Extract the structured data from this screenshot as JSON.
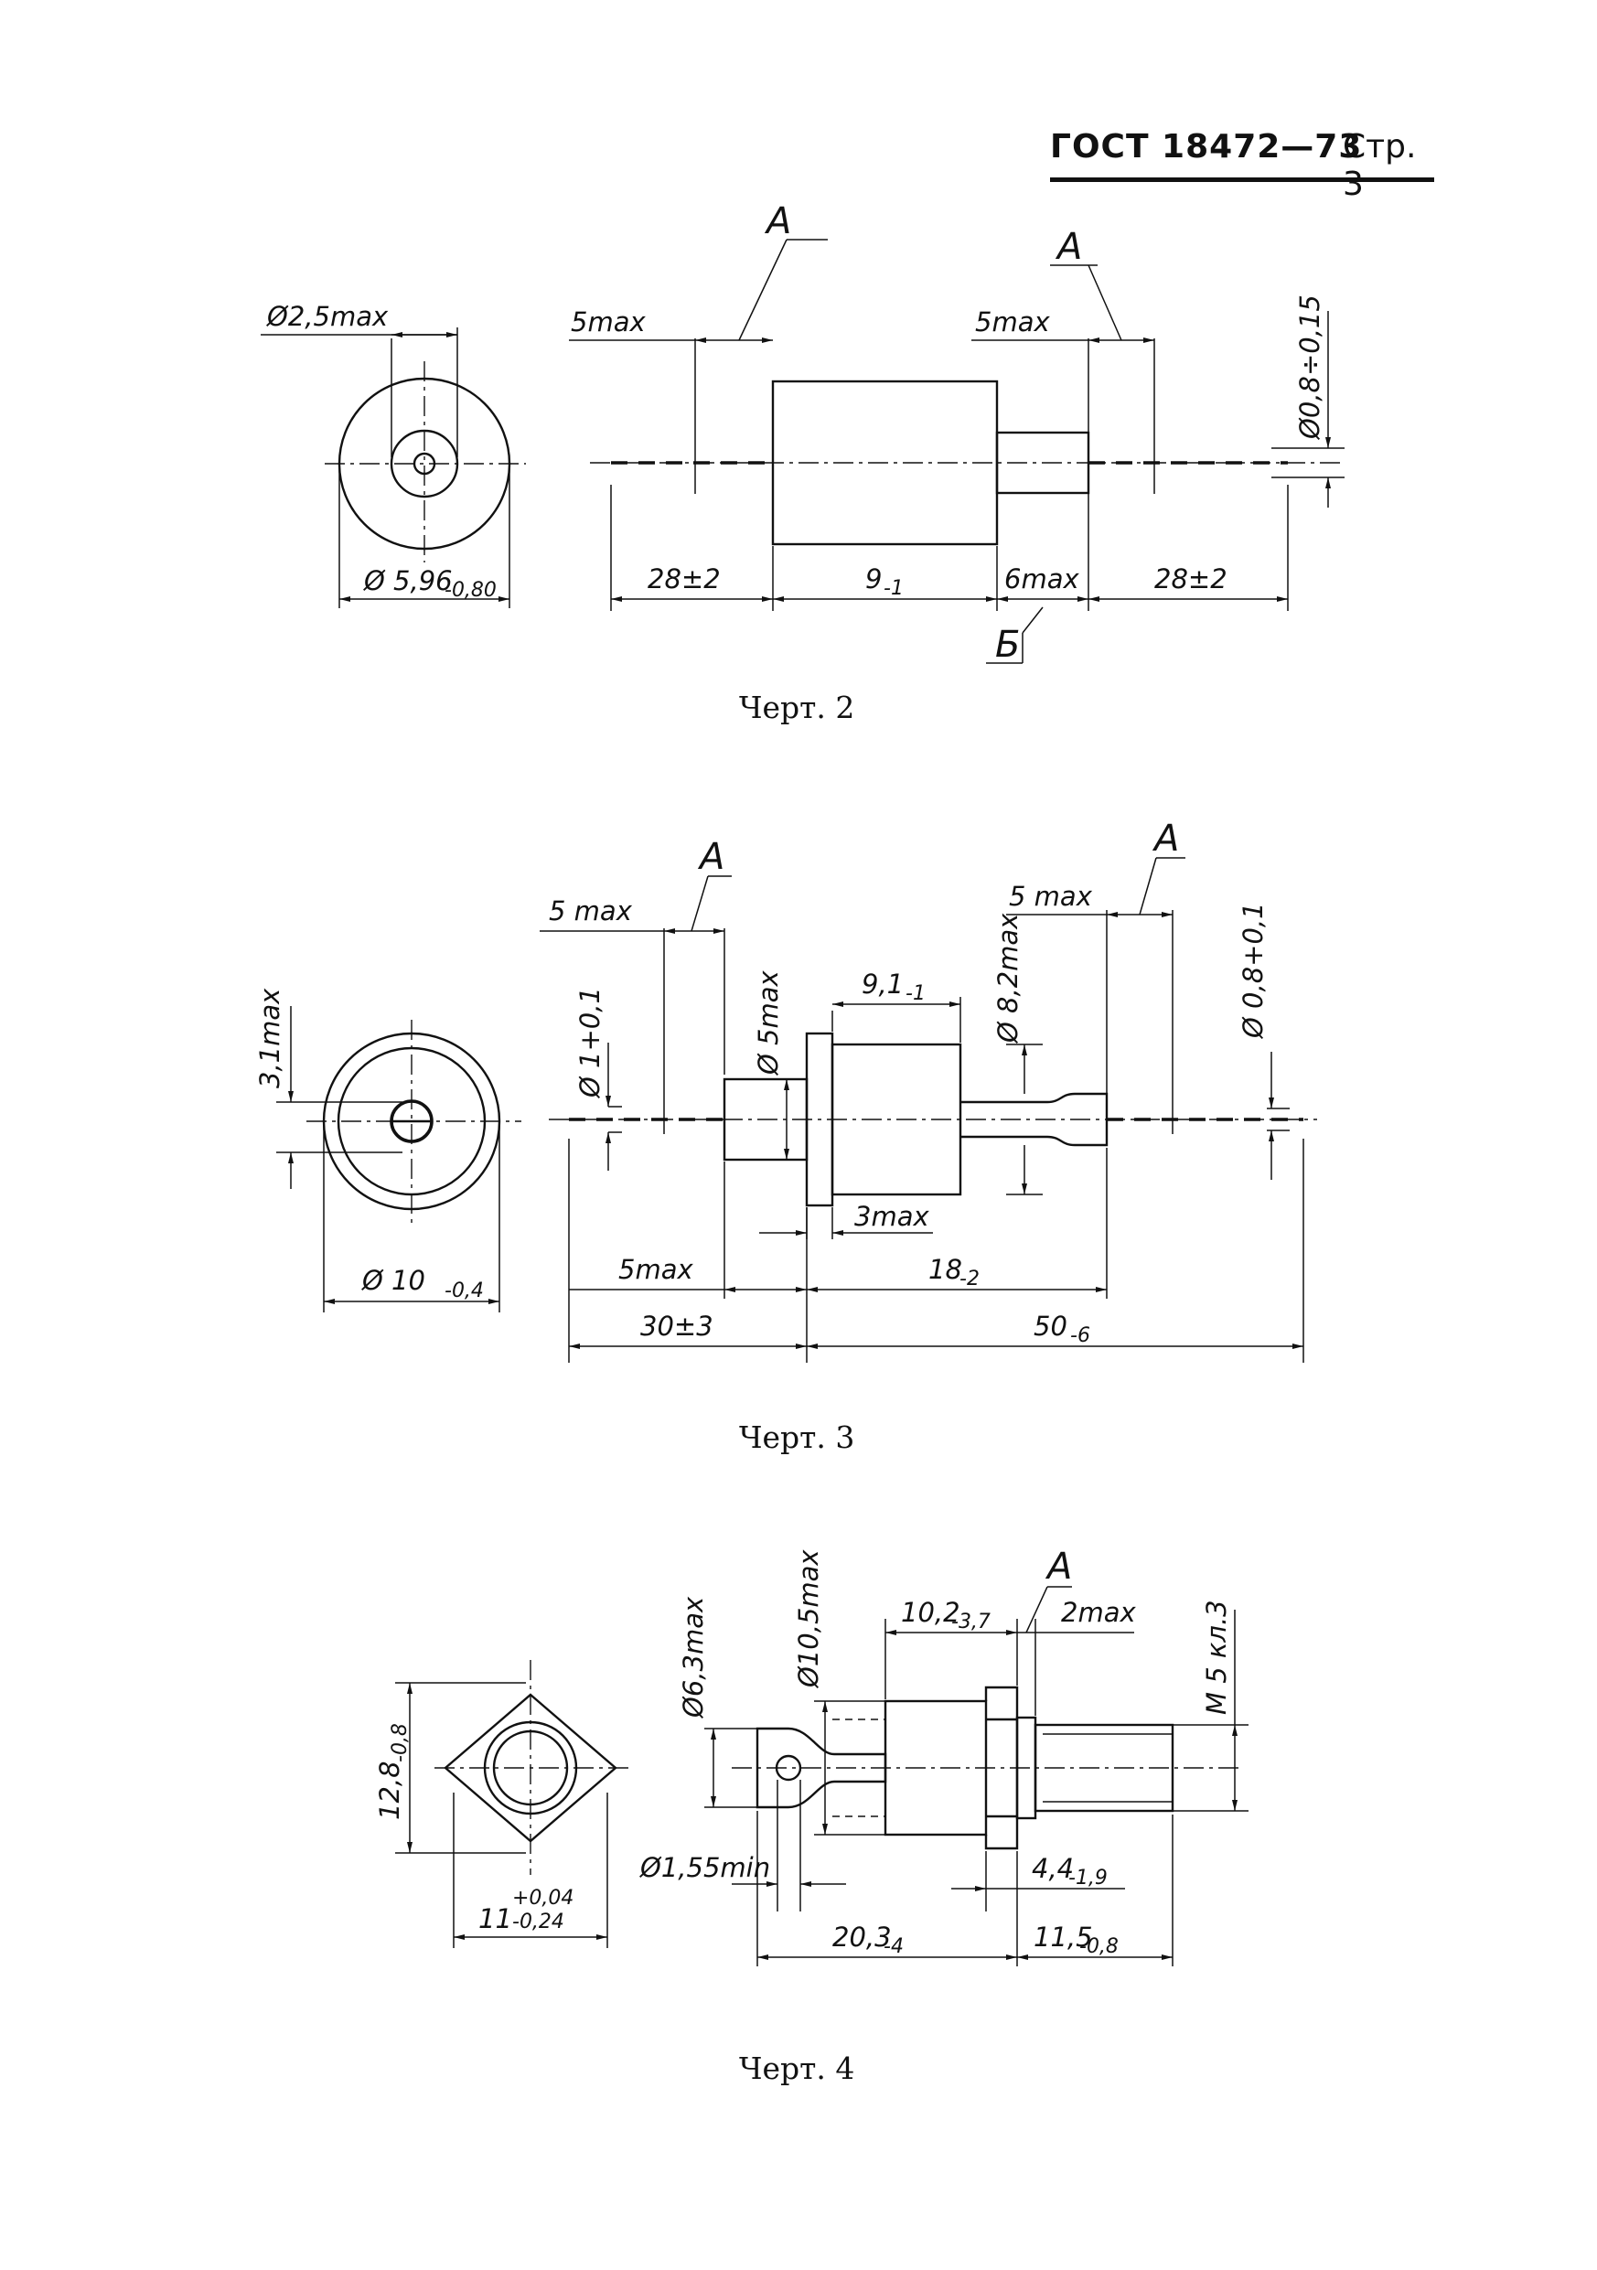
{
  "header": {
    "standard": "ГОСТ 18472—73",
    "page": "Стр. 3"
  },
  "fig2": {
    "caption": "Черт. 2",
    "d_lead_max": "Ø2,5max",
    "d_body": "Ø 5,96",
    "d_body_tol": "-0,80",
    "lead_len_max": "5max",
    "lead_len_max_right": "5max",
    "lead_diam": "Ø0,8÷0,15",
    "lead_length_left": "28±2",
    "body_length": "9",
    "body_length_tol": "-1",
    "neck_length": "6max",
    "lead_length_right": "28±2",
    "section_a": "А",
    "section_a2": "А",
    "section_b": "Б"
  },
  "fig3": {
    "caption": "Черт. 3",
    "height_max": "3,1max",
    "d_flange": "Ø 10",
    "d_flange_tol": "-0,4",
    "lead_len_max_left": "5 max",
    "lead_len_max_right": "5 max",
    "d_lead_left": "Ø 1+0,1",
    "d_base": "Ø 5max",
    "body_length": "9,1",
    "body_length_tol": "-1",
    "d_tube": "Ø 8,2max",
    "d_lead_right": "Ø 0,8+0,1",
    "flange_thk": "3max",
    "base_length": "5max",
    "body_total": "18",
    "body_total_tol": "-2",
    "lead_left": "30±3",
    "lead_right": "50",
    "lead_right_tol": "-6",
    "section_a": "А",
    "section_a2": "А"
  },
  "fig4": {
    "caption": "Черт. 4",
    "hex_height": "12,8",
    "hex_height_tol": "-0,8",
    "hex_width": "11",
    "hex_width_tol_up": "+0,04",
    "hex_width_tol_dn": "-0,24",
    "d_terminal": "Ø6,3max",
    "d_body": "Ø10,5max",
    "body_length": "10,2",
    "body_length_tol": "-3,7",
    "flange_max": "2max",
    "thread": "М 5 кл.3",
    "hole_min": "Ø1,55min",
    "stud_len": "4,4",
    "stud_len_tol": "-1,9",
    "total_left": "20,3",
    "total_left_tol": "-4",
    "total_right": "11,5",
    "total_right_tol": "-0,8",
    "section_a": "А"
  }
}
